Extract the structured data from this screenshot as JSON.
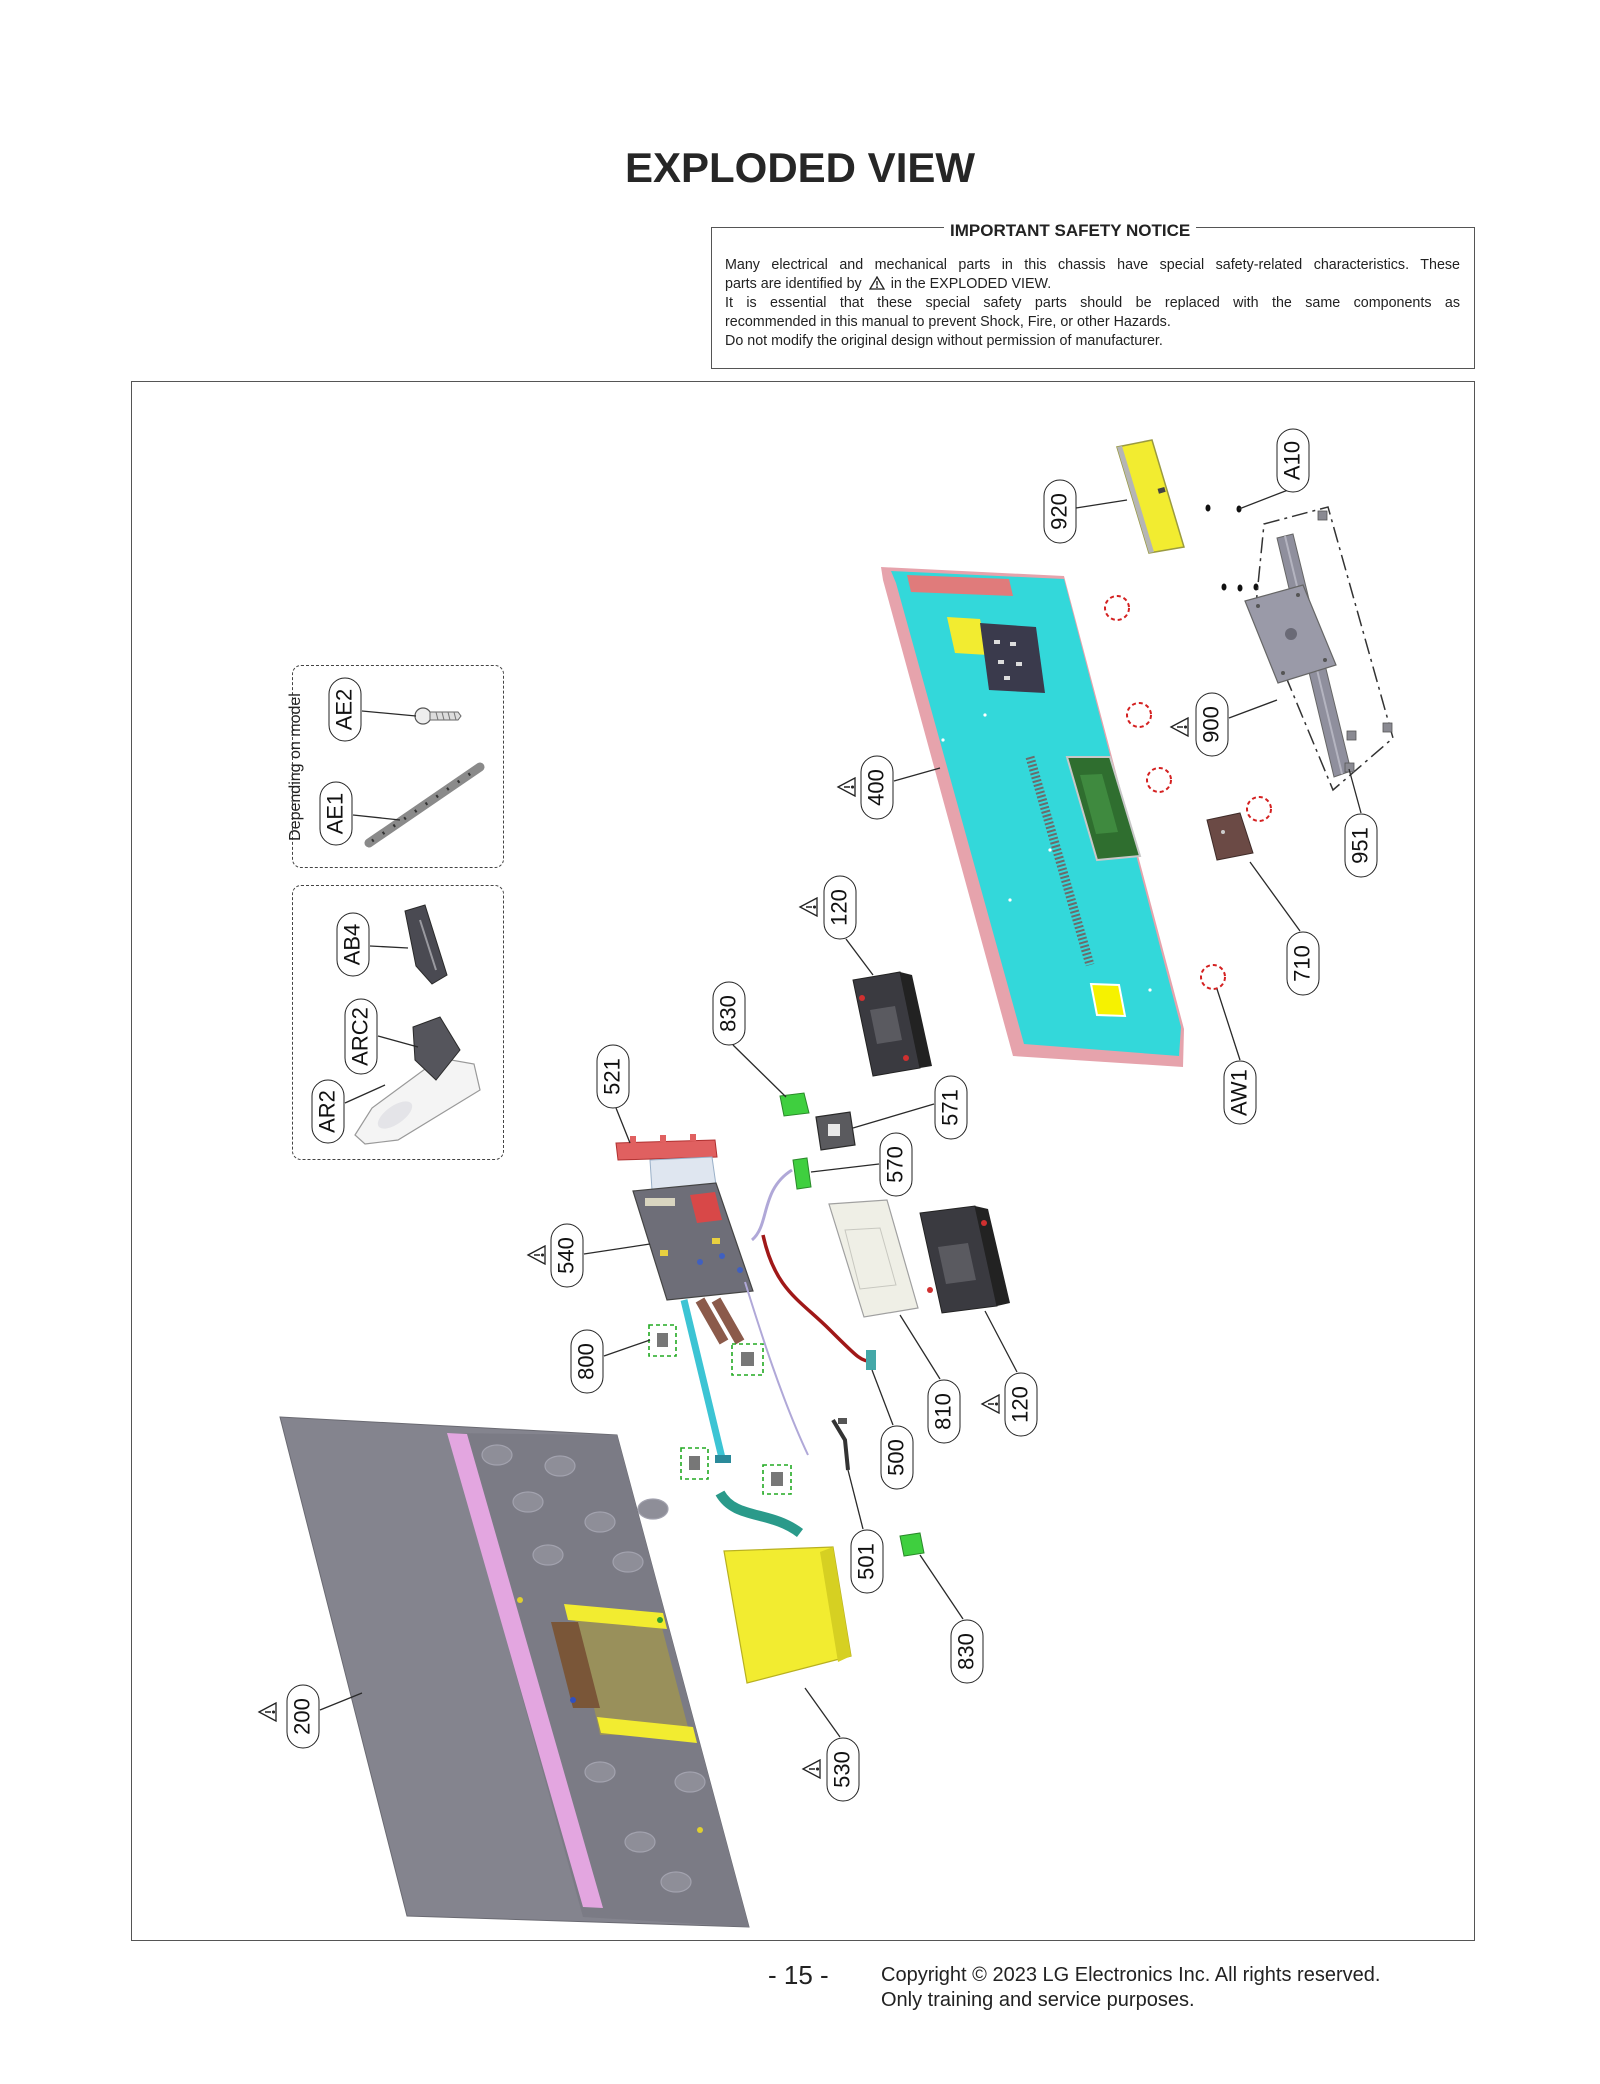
{
  "page": {
    "title": "EXPLODED VIEW"
  },
  "notice": {
    "heading": "IMPORTANT SAFETY NOTICE",
    "line1": "Many electrical and mechanical parts in this chassis have special safety-related characteristics. These",
    "line2_before_icon": "parts are identified by",
    "line2_after_icon": "in the EXPLODED VIEW.",
    "line3": "It is essential that these special safety parts should be replaced with the same components as",
    "line4": "recommended in this manual to prevent Shock, Fire, or other Hazards.",
    "line5": "Do not modify the original design without permission of manufacturer.",
    "icon": "warning-triangle-icon"
  },
  "diagram": {
    "optional_group_label": "Depending on model",
    "safety_icon": "warning-triangle-icon",
    "labels": [
      {
        "text": "920",
        "safety": false
      },
      {
        "text": "A10",
        "safety": false
      },
      {
        "text": "900",
        "safety": true
      },
      {
        "text": "951",
        "safety": false
      },
      {
        "text": "710",
        "safety": false
      },
      {
        "text": "AW1",
        "safety": false
      },
      {
        "text": "400",
        "safety": true
      },
      {
        "text": "120",
        "safety": true
      },
      {
        "text": "830",
        "safety": false
      },
      {
        "text": "521",
        "safety": false
      },
      {
        "text": "571",
        "safety": false
      },
      {
        "text": "570",
        "safety": false
      },
      {
        "text": "540",
        "safety": true
      },
      {
        "text": "800",
        "safety": false
      },
      {
        "text": "810",
        "safety": false
      },
      {
        "text": "120",
        "safety": true
      },
      {
        "text": "500",
        "safety": false
      },
      {
        "text": "501",
        "safety": false
      },
      {
        "text": "830",
        "safety": false
      },
      {
        "text": "200",
        "safety": true
      },
      {
        "text": "530",
        "safety": true
      },
      {
        "text": "AE2",
        "safety": false
      },
      {
        "text": "AE1",
        "safety": false
      },
      {
        "text": "AB4",
        "safety": false
      },
      {
        "text": "ARC2",
        "safety": false
      },
      {
        "text": "AR2",
        "safety": false
      }
    ]
  },
  "colors": {
    "cover": "#33d8da",
    "cover_edge": "#e6a3ac",
    "panel": "#84848e",
    "panel_strip": "#e3a6e0",
    "pcb_yellow": "#f2ec30",
    "pcb_green": "#3fcf3f",
    "speaker": "#3a3a40",
    "stand": "#8f8f9d",
    "safety_circle": "#d42020"
  },
  "footer": {
    "page_number": "- 15 -",
    "copyright": "Copyright © 2023 LG Electronics Inc. All rights reserved.",
    "usage": "Only training and service purposes."
  }
}
